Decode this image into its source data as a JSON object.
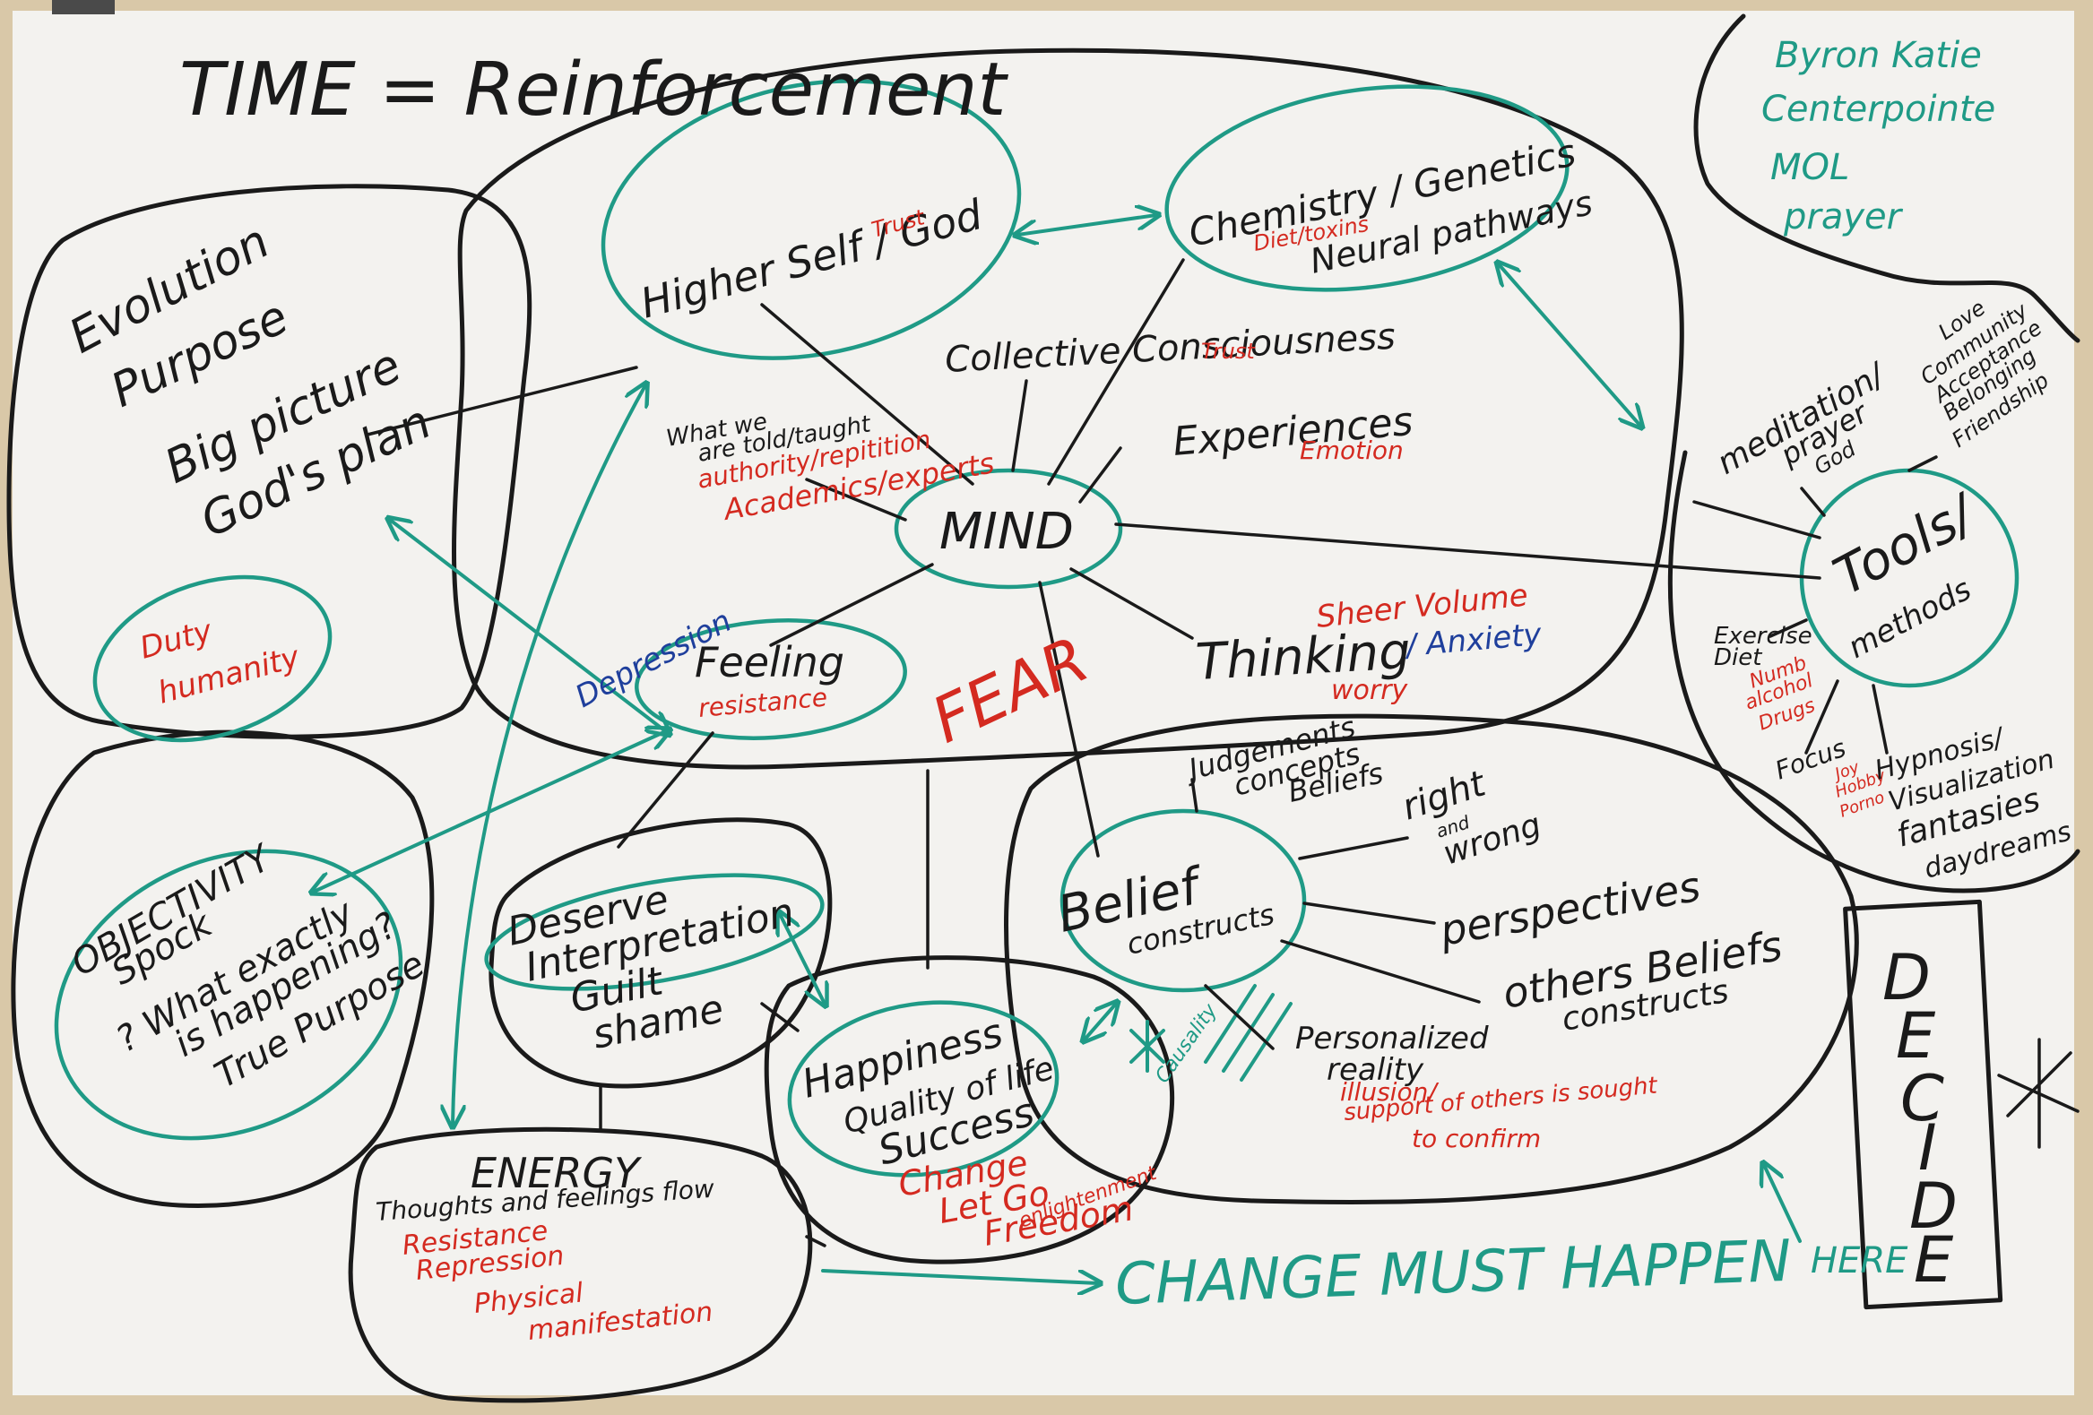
{
  "colors": {
    "ink": "#1a1a1a",
    "green": "#1f9a86",
    "red": "#d42a20",
    "blue": "#1f3f9c",
    "frame": "#d9c8a8",
    "board": "#f3f2ef"
  },
  "title": "TIME = Reinforcement",
  "bubbles": {
    "evolution": {
      "lines": [
        "Evolution",
        "Purpose",
        "Big picture",
        "God's plan"
      ],
      "sub": [
        "Duty",
        "humanity"
      ]
    },
    "higher_self": {
      "label": "Higher Self / God",
      "note": "Trust"
    },
    "chemistry": {
      "label": "Chemistry / Genetics",
      "line2": "Neural pathways",
      "note": "Diet/toxins"
    },
    "mind": {
      "label": "MIND",
      "fear": "FEAR"
    },
    "feeling": {
      "label": "Feeling",
      "note": "resistance",
      "blue": "Depression"
    },
    "tools": {
      "label": "Tools / methods"
    },
    "objectivity": {
      "lines": [
        "OBJECTIVITY",
        "Spock",
        "? What exactly",
        "is happening?",
        "True Purpose"
      ]
    },
    "deserve": {
      "lines": [
        "Deserve",
        "Interpretation",
        "Guilt",
        "shame"
      ]
    },
    "happiness": {
      "lines": [
        "Happiness",
        "Quality of life",
        "Success"
      ],
      "red": [
        "Change",
        "Let Go",
        "Freedom",
        "enlightenment"
      ]
    },
    "belief": {
      "lines": [
        "Belief",
        "constructs"
      ]
    },
    "energy": {
      "label": "ENERGY",
      "sub": "Thoughts and feelings flow",
      "red": [
        "Resistance",
        "Repression",
        "Physical",
        "manifestation"
      ]
    }
  },
  "mind_links": {
    "collective": "Collective Consciousness",
    "collective_note": "Trust",
    "told_1": "What we",
    "told_2": "are told/taught",
    "told_red_1": "authority/repitition",
    "told_red_2": "Academics/experts",
    "experiences": "Experiences",
    "experiences_note": "Emotion",
    "thinking": "Thinking",
    "thinking_blue": "/ Anxiety",
    "thinking_red_1": "Sheer Volume",
    "thinking_red_2": "worry"
  },
  "tools_links": {
    "meditation": [
      "meditation/",
      "prayer",
      "God"
    ],
    "love": [
      "Love",
      "Community",
      "Acceptance",
      "Belonging",
      "Friendship"
    ],
    "exercise": [
      "Exercise",
      "Diet"
    ],
    "exercise_red": [
      "Numb",
      "alcohol",
      "Drugs"
    ],
    "focus": "Focus",
    "focus_red": [
      "Joy",
      "Hobby",
      "Porno"
    ],
    "hypnosis": [
      "Hypnosis/",
      "Visualization",
      "fantasies",
      "daydreams"
    ]
  },
  "belief_links": {
    "judgements": [
      "Judgements",
      "concepts",
      "Beliefs"
    ],
    "right": [
      "right",
      "and",
      "wrong"
    ],
    "perspectives": "perspectives",
    "others": [
      "others Beliefs",
      "constructs"
    ],
    "personalized": [
      "Personalized",
      "reality"
    ],
    "personalized_red": [
      "illusion/",
      "support of others is sought",
      "to confirm"
    ],
    "causality": "Causality"
  },
  "top_right_list": [
    "Byron Katie",
    "Centerpointe",
    "MOL",
    "prayer"
  ],
  "decide": [
    "D",
    "E",
    "C",
    "I",
    "D",
    "E"
  ],
  "change": {
    "main": "CHANGE MUST HAPPEN",
    "here": "HERE"
  }
}
